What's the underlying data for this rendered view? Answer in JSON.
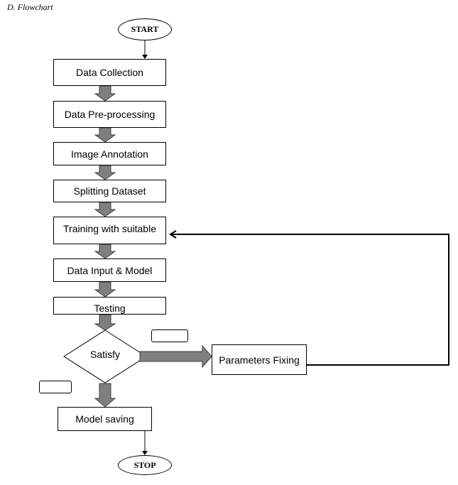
{
  "header": {
    "section_label": "D.   Flowchart"
  },
  "nodes": {
    "start": "START",
    "data_collection": "Data Collection",
    "data_preprocessing": "Data Pre-processing",
    "image_annotation": "Image Annotation",
    "splitting_dataset": "Splitting Dataset",
    "training": "Training with suitable",
    "data_input_model": "Data Input & Model",
    "testing": "Testing",
    "satisfy": "Satisfy",
    "parameters_fixing": "Parameters Fixing",
    "model_saving": "Model saving",
    "stop": "STOP"
  },
  "colors": {
    "block_arrow_fill": "#7f7f7f",
    "block_arrow_stroke": "#404040",
    "line": "#000000"
  }
}
